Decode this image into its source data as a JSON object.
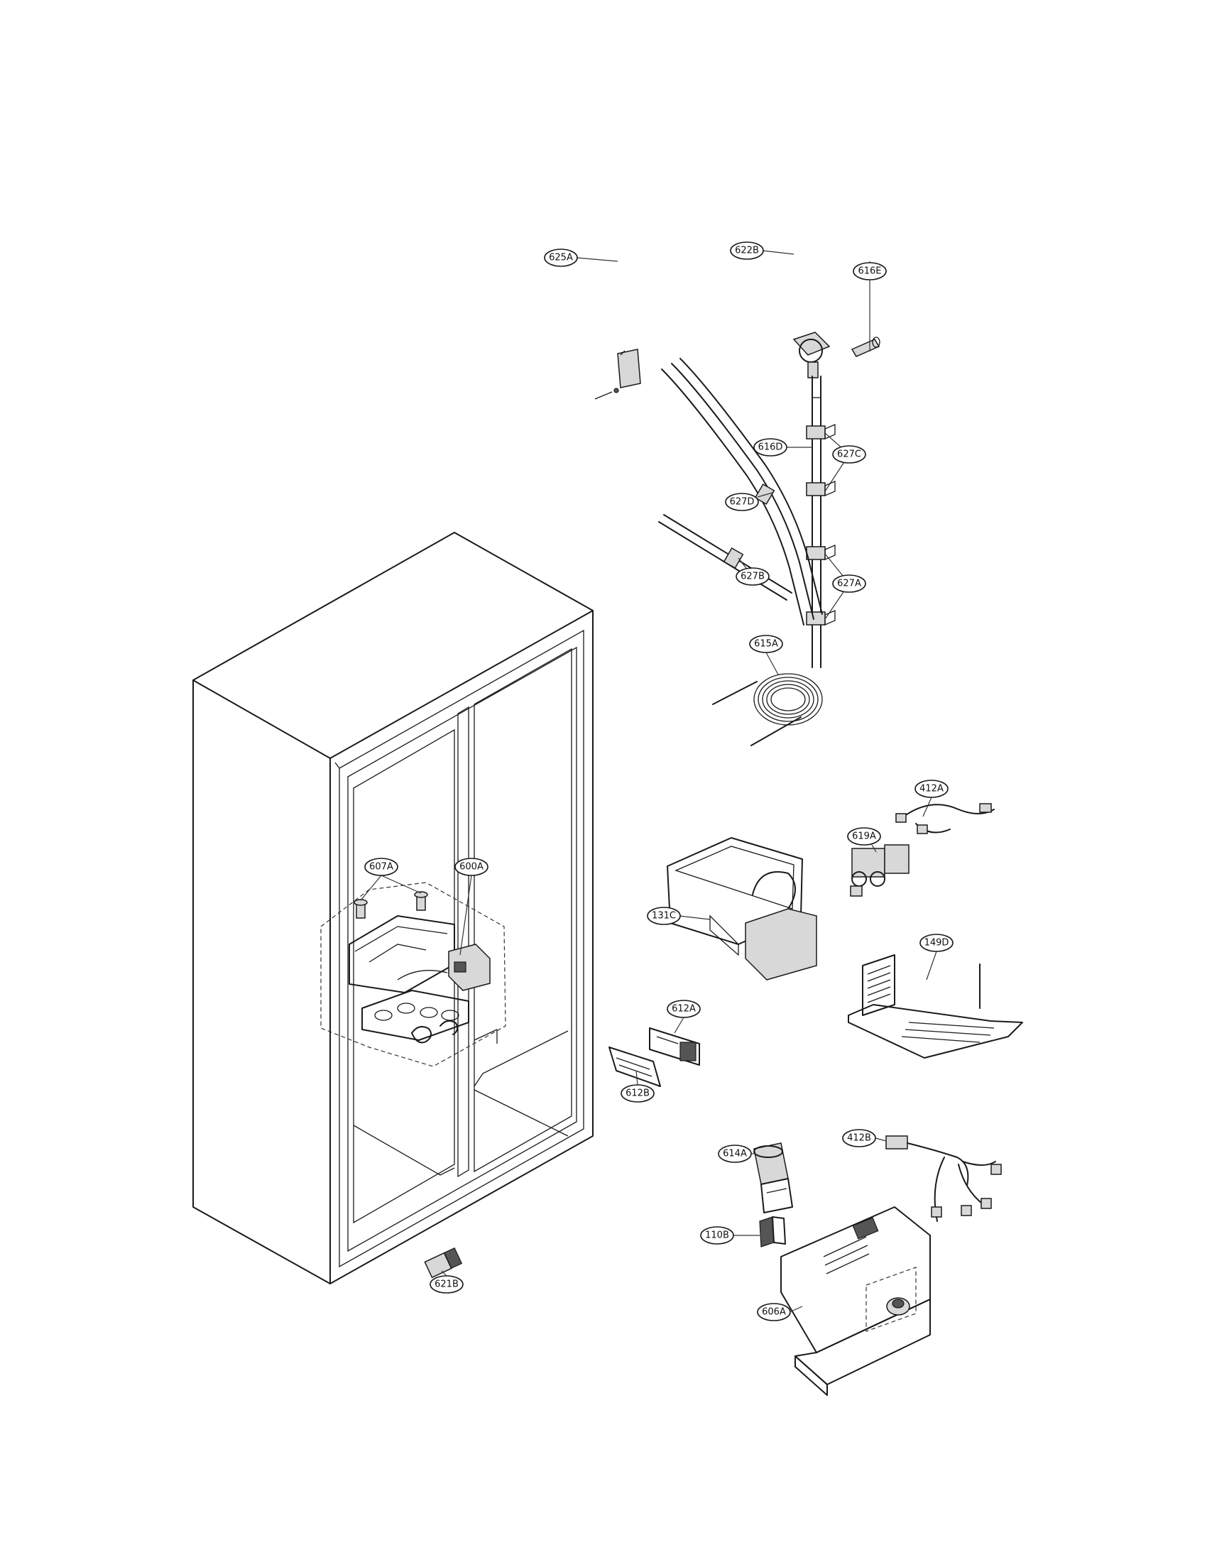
{
  "labels": {
    "p625A": "625A",
    "p622B": "622B",
    "p616E": "616E",
    "p616D": "616D",
    "p627C": "627C",
    "p627D": "627D",
    "p627B": "627B",
    "p627A": "627A",
    "p615A": "615A",
    "p412A": "412A",
    "p619A": "619A",
    "p607A": "607A",
    "p600A": "600A",
    "p131C": "131C",
    "p149D": "149D",
    "p612A": "612A",
    "p612B": "612B",
    "p412B": "412B",
    "p614A": "614A",
    "p110B": "110B",
    "p621B": "621B",
    "p606A": "606A"
  }
}
